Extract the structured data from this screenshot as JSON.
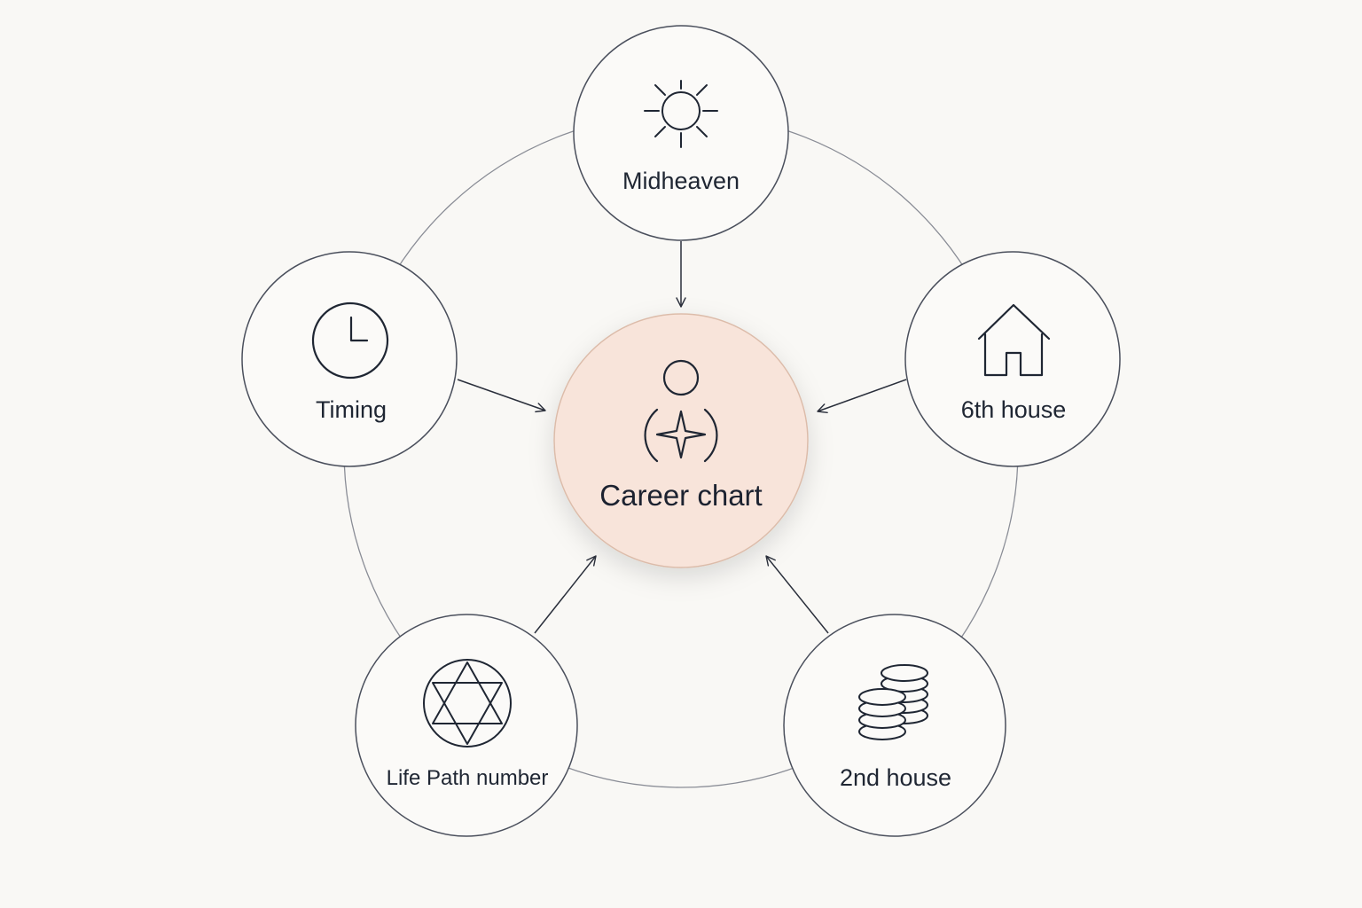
{
  "hub": {
    "label": "Career chart",
    "icon": "person-compass-icon"
  },
  "nodes": [
    {
      "id": "midheaven",
      "label": "Midheaven",
      "icon": "sun-icon"
    },
    {
      "id": "sixth-house",
      "label": "6th house",
      "icon": "house-icon"
    },
    {
      "id": "second-house",
      "label": "2nd house",
      "icon": "coin-stacks-icon"
    },
    {
      "id": "life-path",
      "label": "Life Path number",
      "icon": "hexagram-icon"
    },
    {
      "id": "timing",
      "label": "Timing",
      "icon": "clock-icon"
    }
  ],
  "colors": {
    "background": "#f9f8f5",
    "hub_fill": "#f8e4da",
    "hub_stroke": "#dcbcaa",
    "node_fill": "#fbfaf8",
    "stroke": "#4a4f5c",
    "ring": "#8a8d96",
    "text": "#1f2633"
  }
}
